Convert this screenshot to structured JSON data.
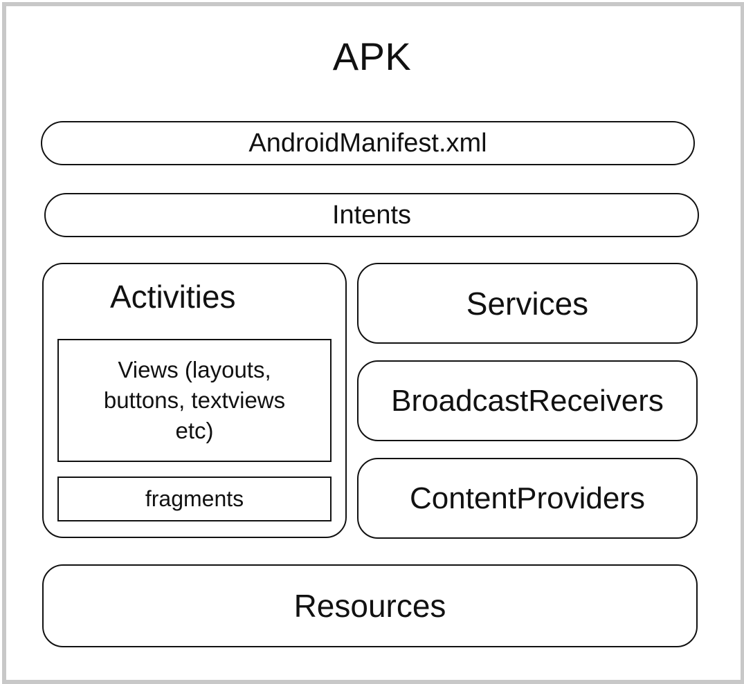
{
  "diagram": {
    "title": "APK",
    "manifest": "AndroidManifest.xml",
    "intents": "Intents",
    "activities": {
      "label": "Activities",
      "views_line1": "Views (layouts,",
      "views_line2": "buttons, textviews",
      "views_line3": "etc)",
      "fragments": "fragments"
    },
    "services": "Services",
    "broadcast_receivers": "BroadcastReceivers",
    "content_providers": "ContentProviders",
    "resources": "Resources"
  }
}
